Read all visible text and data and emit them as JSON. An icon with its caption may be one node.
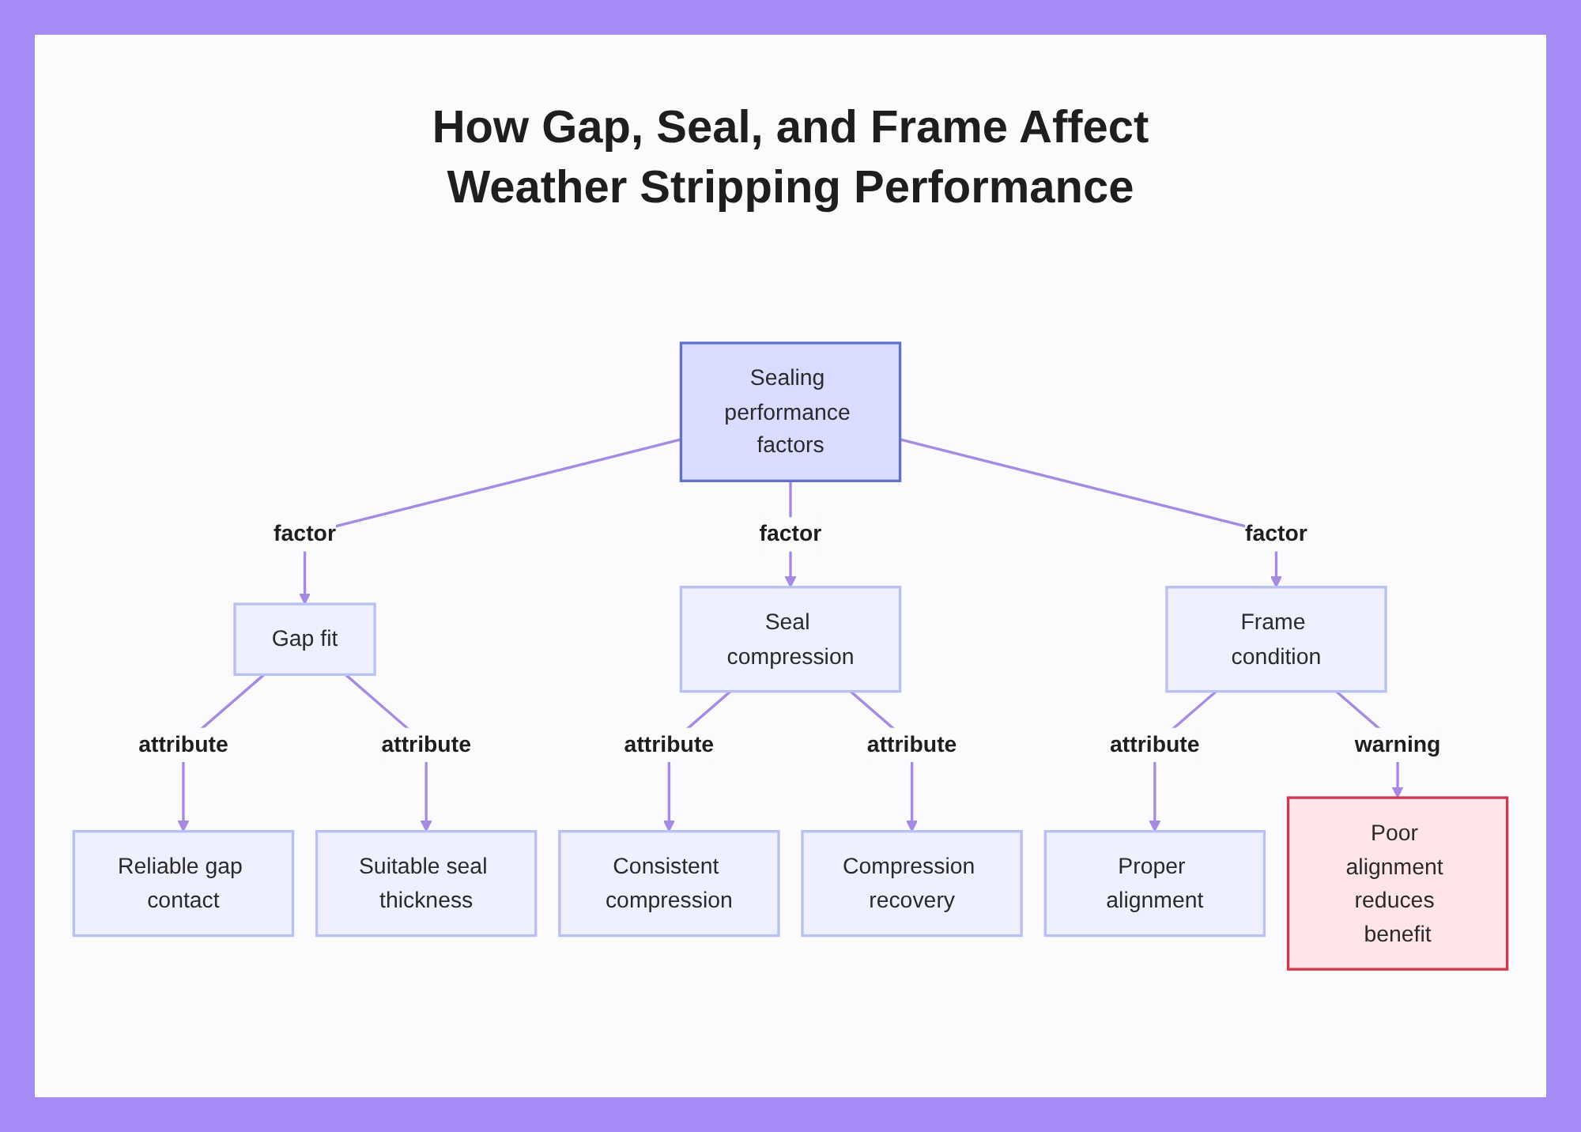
{
  "diagram": {
    "title": "How Gap, Seal, and Frame Affect Weather Stripping Performance",
    "nodes": [
      {
        "text": [
          "Sealing performance factors"
        ]
      },
      {
        "text": [
          "Gap fit"
        ]
      },
      {
        "text": [
          "Seal compression"
        ]
      },
      {
        "text": [
          "Frame condition"
        ]
      },
      {
        "text": [
          "Reliable gap contact"
        ]
      },
      {
        "text": [
          "Suitable seal thickness"
        ]
      },
      {
        "text": [
          "Consistent compression"
        ]
      },
      {
        "text": [
          "Compression recovery"
        ]
      },
      {
        "text": [
          "Proper alignment"
        ]
      },
      {
        "text": [
          "Poor alignment reduces benefit"
        ]
      }
    ],
    "edges": [
      {
        "from": 0,
        "to": 1,
        "arrow": "to",
        "label": "factor"
      },
      {
        "from": 0,
        "to": 2,
        "arrow": "to",
        "label": "factor"
      },
      {
        "from": 0,
        "to": 3,
        "arrow": "to",
        "label": "factor"
      },
      {
        "from": 1,
        "to": 4,
        "arrow": "to",
        "label": "attribute"
      },
      {
        "from": 1,
        "to": 5,
        "arrow": "to",
        "label": "attribute"
      },
      {
        "from": 2,
        "to": 6,
        "arrow": "to",
        "label": "attribute"
      },
      {
        "from": 2,
        "to": 7,
        "arrow": "to",
        "label": "attribute"
      },
      {
        "from": 3,
        "to": 8,
        "arrow": "to",
        "label": "attribute"
      },
      {
        "from": 3,
        "to": 9,
        "arrow": "to",
        "label": "warning"
      }
    ]
  }
}
